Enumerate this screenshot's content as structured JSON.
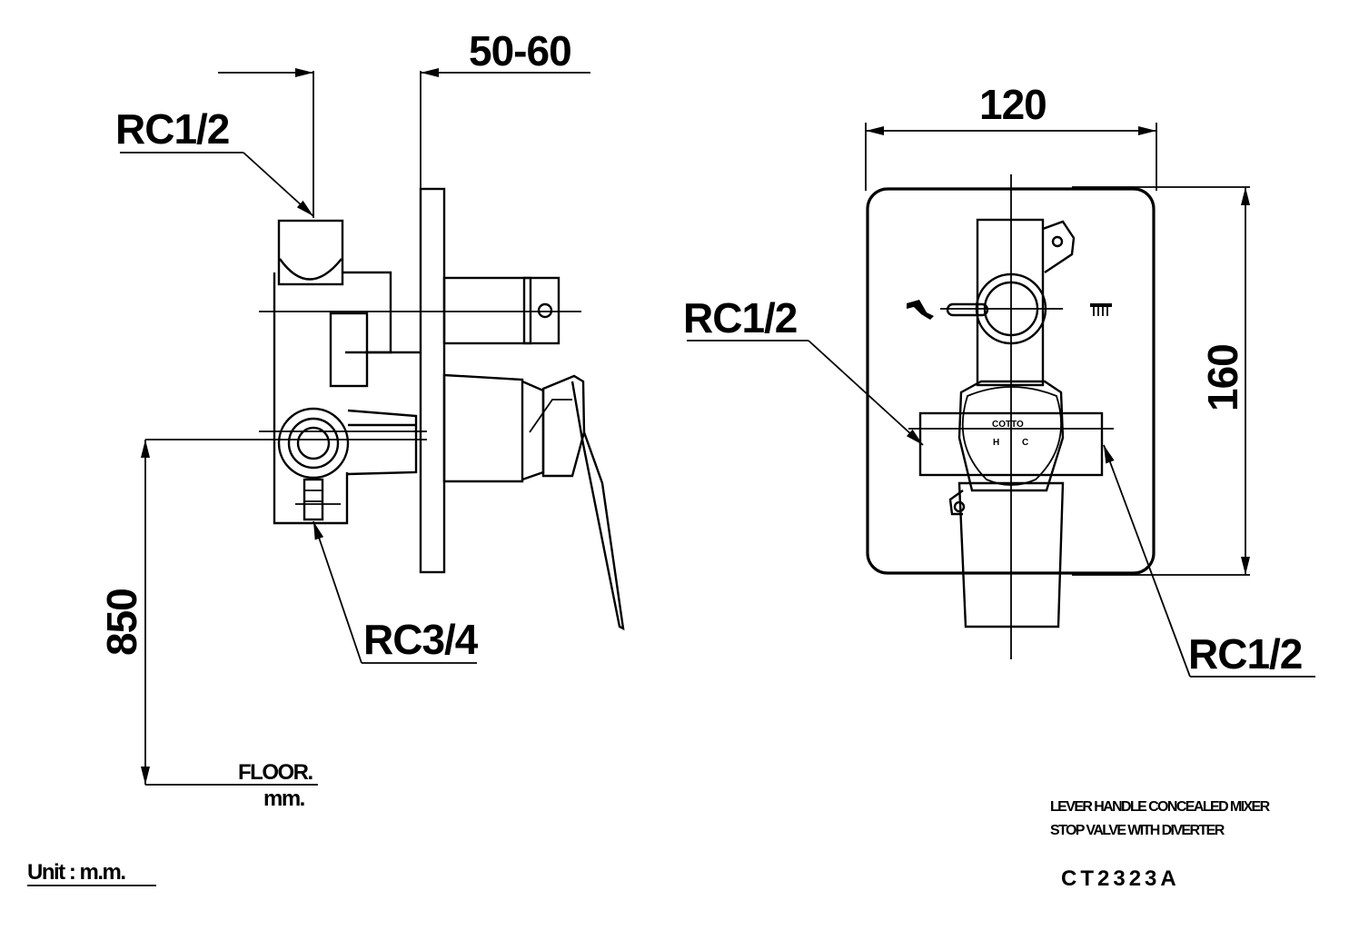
{
  "labels": {
    "dim_depth": "50-60",
    "rc_top_left": "RC1/2",
    "rc_bottom_left": "RC3/4",
    "height_floor": "850",
    "floor": "FLOOR.",
    "floor_unit": "mm.",
    "width": "120",
    "height": "160",
    "rc_front_left": "RC1/2",
    "rc_front_right": "RC1/2",
    "unit": "Unit : m.m.",
    "desc_line1": "LEVER HANDLE CONCEALED MIXER",
    "desc_line2": "STOP VALVE WITH DIVERTER",
    "model": "CT2323A",
    "brand_mark": "COTTO",
    "hot_mark": "H",
    "cold_mark": "C"
  }
}
